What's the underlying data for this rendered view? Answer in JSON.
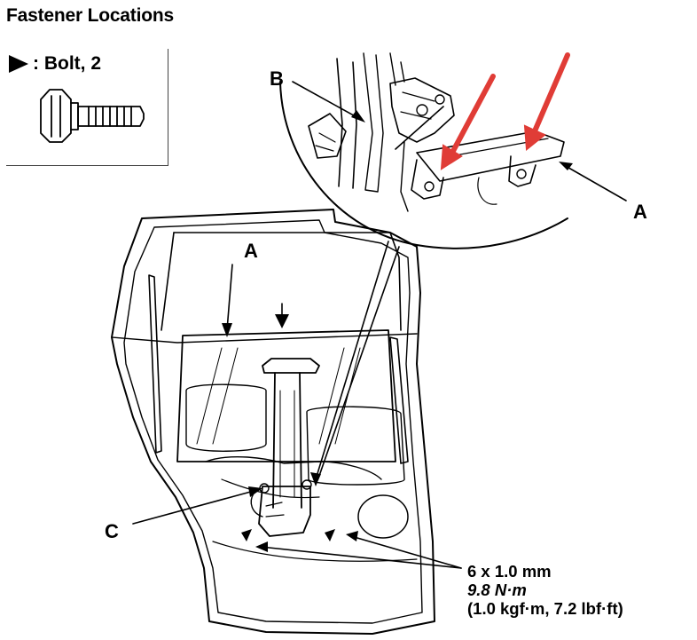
{
  "title": "Fastener Locations",
  "legend": {
    "symbol": "triangle-marker",
    "text": ": Bolt, 2"
  },
  "callouts": {
    "a_detail": "A",
    "a_main": "A",
    "b": "B",
    "c": "C"
  },
  "spec": {
    "size": "6 x 1.0 mm",
    "torque_nm": "9.8 N·m",
    "torque_alt": "(1.0 kgf·m, 7.2 lbf·ft)"
  },
  "colors": {
    "line": "#000000",
    "highlight_arrow": "#e03c36"
  }
}
